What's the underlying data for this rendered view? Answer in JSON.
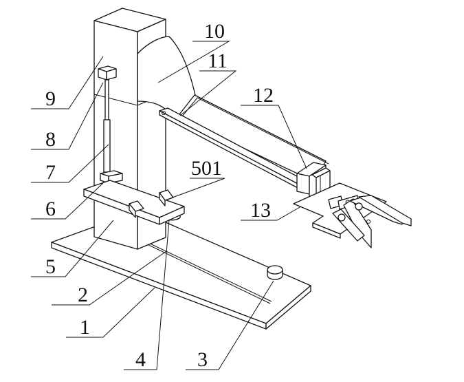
{
  "labels": {
    "l1": "1",
    "l2": "2",
    "l3": "3",
    "l4": "4",
    "l5": "5",
    "l6": "6",
    "l7": "7",
    "l8": "8",
    "l9": "9",
    "l10": "10",
    "l11": "11",
    "l12": "12",
    "l13": "13",
    "l501": "501"
  }
}
